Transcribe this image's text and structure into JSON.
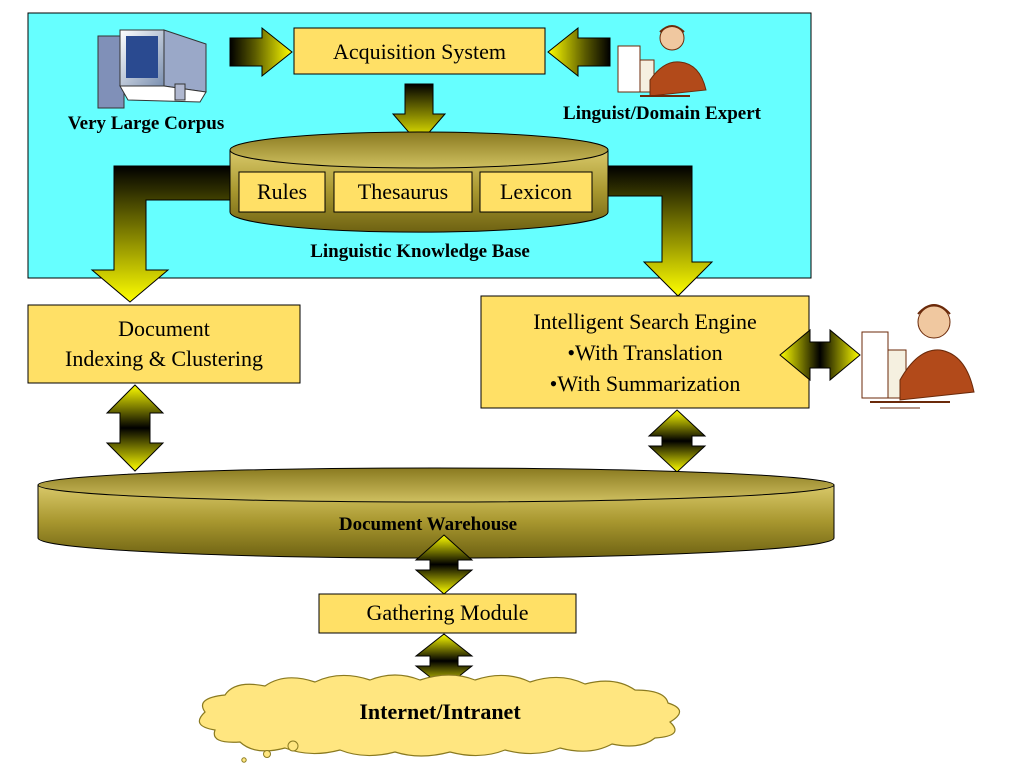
{
  "colors": {
    "panel_background": "#66ffff",
    "box_fill": "#ffe066",
    "cylinder_fill": "#b3a33a",
    "arrow_fill": "#ffff00",
    "cloud_fill": "#ffe680"
  },
  "acquisition_system": "Acquisition System",
  "corpus_label": "Very Large Corpus",
  "expert_label": "Linguist/Domain Expert",
  "knowledge_base": {
    "rules": "Rules",
    "thesaurus": "Thesaurus",
    "lexicon": "Lexicon",
    "label": "Linguistic Knowledge Base"
  },
  "indexing": {
    "line1": "Document",
    "line2": "Indexing & Clustering"
  },
  "search_engine": {
    "line1": "Intelligent Search Engine",
    "line2": "•With Translation",
    "line3": "•With Summarization"
  },
  "warehouse_label": "Document Warehouse",
  "gathering_module": "Gathering Module",
  "internet_label": "Internet/Intranet",
  "icons": {
    "computer": "computer-icon",
    "expert": "person-at-computer-icon",
    "user": "person-at-computer-icon"
  }
}
